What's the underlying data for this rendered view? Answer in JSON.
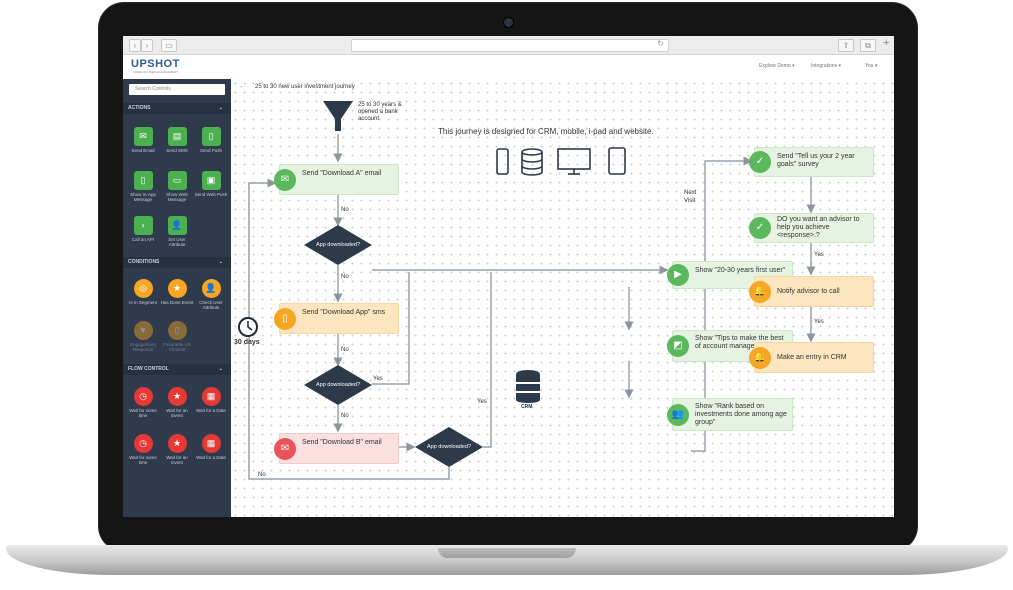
{
  "header": {
    "logo": "UPSHOT",
    "tagline": "CORE OF USER ENGAGEMENT",
    "nav": [
      "Explore Demo",
      "Integrations",
      "You"
    ]
  },
  "sidebar": {
    "search_placeholder": "Search Controls",
    "sections": {
      "actions": "ACTIONS",
      "conditions": "CONDITIONS",
      "flow": "FLOW CONTROL"
    },
    "actions": [
      "Send Email",
      "Send SMS",
      "Send Push",
      "Show In-App Message",
      "Show Web Message",
      "Send Web Push",
      "Call an API",
      "Set User Attribute"
    ],
    "conditions": [
      "Is In Segment",
      "Has Done Event",
      "Check User Attribute",
      "Engagement Response",
      "Favorable UX Channel"
    ],
    "flow": [
      "Wait for some time",
      "Wait for an Event",
      "Wait for a Date",
      "Wait for some time",
      "Wait for an Event",
      "Wait for a Date"
    ]
  },
  "journey": {
    "title": "25 to 30 new user investment journey",
    "description": "This journey is designed for CRM, mobile, i-pad and website.",
    "filter_label": "25 to 30 years & opened a bank account",
    "wait_label": "30 days",
    "crm_label": "CRM",
    "nodes": {
      "send_a": "Send \"Download A\" email",
      "decision1": "App downloaded?",
      "send_app": "Send \"Download App\" sms",
      "decision2": "App downloaded?",
      "send_b": "Send \"Download B\" email",
      "decision3": "App downloaded?",
      "show1": "Show \"20-30 years first user\"",
      "show2": "Show \"Tips to make the best of account manager\"",
      "show3": "Show \"Rank based on investments done among age group\"",
      "survey": "Send \"Tell us your 2 year goals\" survey",
      "advisor_q": "DO you want an advisor to help you achieve <response>.?",
      "notify": "Notify advisor to call",
      "crm_entry": "Make an entry in CRM"
    },
    "edge_labels": {
      "no": "No",
      "yes": "Yes",
      "next_visit": "Next Visit"
    }
  }
}
